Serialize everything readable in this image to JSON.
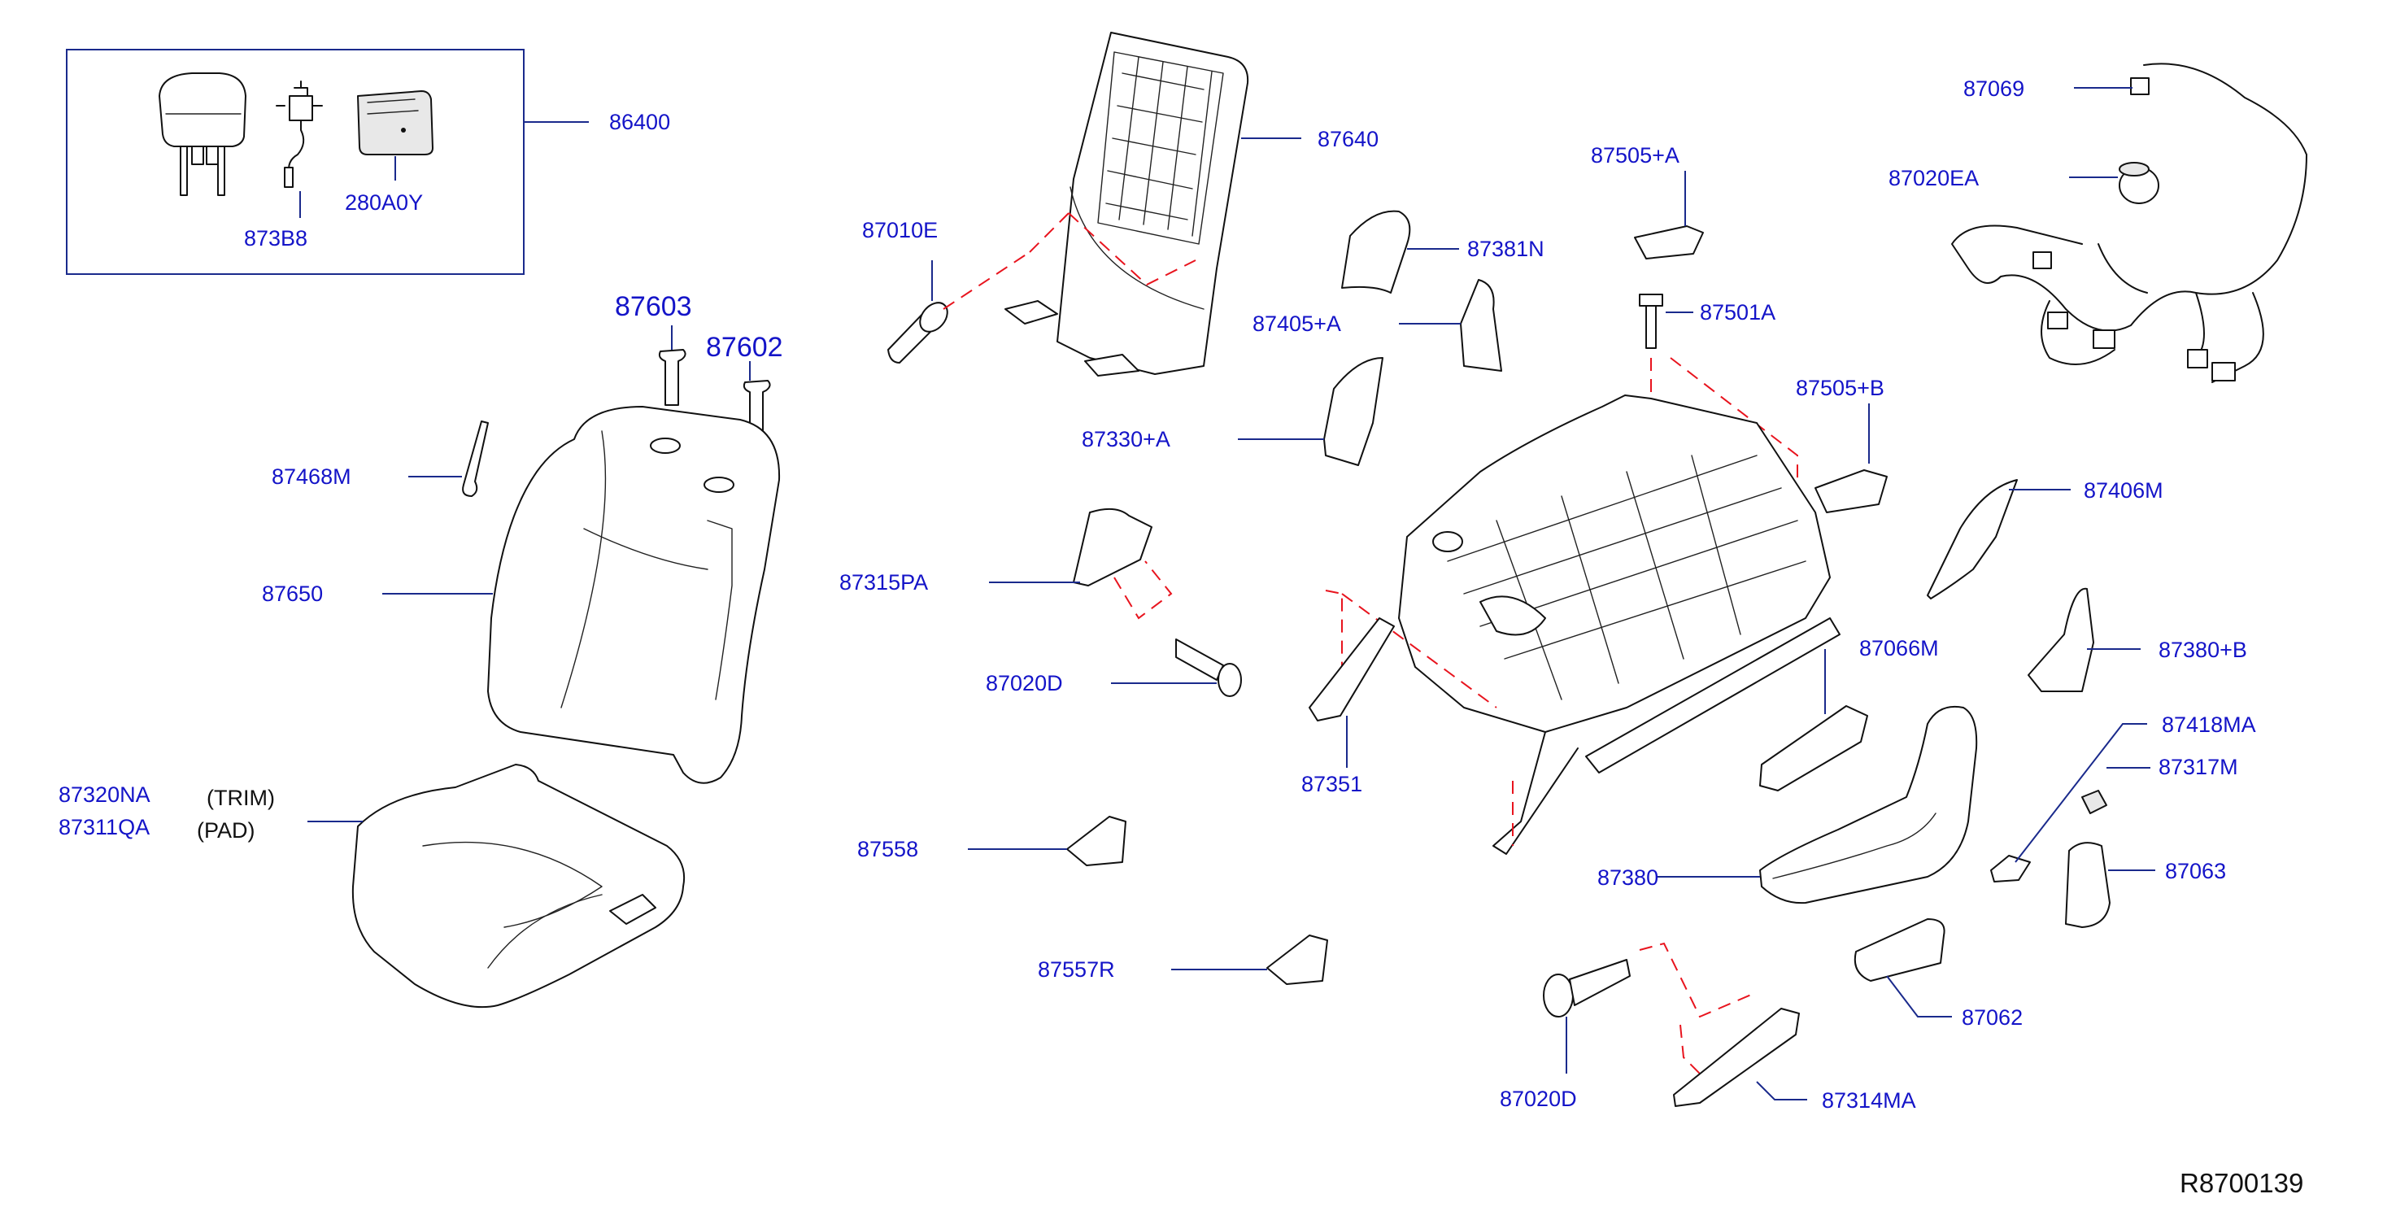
{
  "diagram": {
    "reference": "R8700139",
    "parts": {
      "p86400": "86400",
      "p873B8": "873B8",
      "p280A0Y": "280A0Y",
      "p87603": "87603",
      "p87602": "87602",
      "p87468M": "87468M",
      "p87650": "87650",
      "p87320NA": "87320NA",
      "p87311QA": "87311QA",
      "trim": "(TRIM)",
      "pad": "(PAD)",
      "p87010E": "87010E",
      "p87640": "87640",
      "p87315PA": "87315PA",
      "p87020D_a": "87020D",
      "p87558": "87558",
      "p87557R": "87557R",
      "p87381N": "87381N",
      "p87405A": "87405+A",
      "p87330A": "87330+A",
      "p87505A": "87505+A",
      "p87501A": "87501A",
      "p87505B": "87505+B",
      "p87351": "87351",
      "p87069": "87069",
      "p87020EA": "87020EA",
      "p87406M": "87406M",
      "p87066M": "87066M",
      "p87380B": "87380+B",
      "p87418MA": "87418MA",
      "p87317M": "87317M",
      "p87063": "87063",
      "p87380": "87380",
      "p87062": "87062",
      "p87020D_b": "87020D",
      "p87314MA": "87314MA"
    }
  }
}
